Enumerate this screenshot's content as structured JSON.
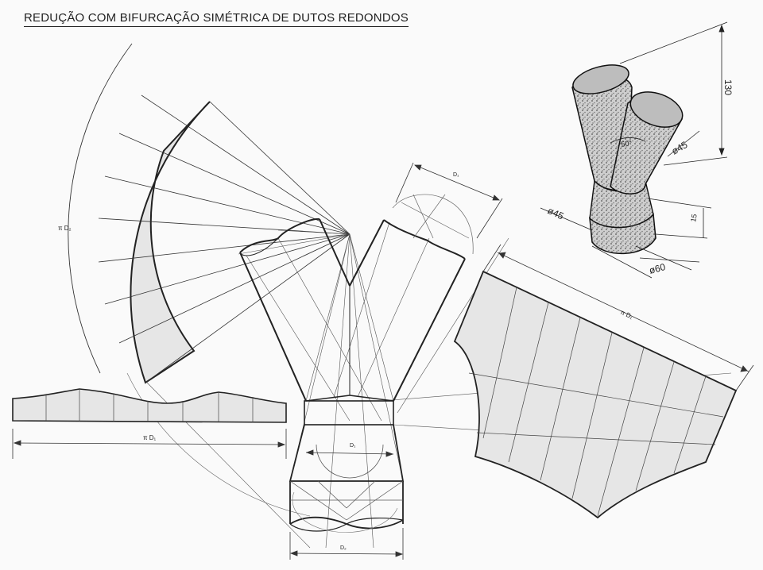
{
  "title": "REDUÇÃO COM BIFURCAÇÃO SIMÉTRICA DE DUTOS REDONDOS",
  "labels": {
    "pi_d2": "π D₂",
    "pi_d1_left": "π D₁",
    "pi_d1_right": "π D₁",
    "d1_top": "D₁",
    "d1_mid": "D₁",
    "d2_bottom": "D₂"
  },
  "dimensions": {
    "height": "130",
    "diam_branch_right": "ø45",
    "diam_branch_left": "ø45",
    "angle": "50°",
    "collar": "15",
    "diam_base": "ø60"
  },
  "colors": {
    "line": "#222222",
    "fill": "#e6e6e6",
    "paper": "#fafafa"
  }
}
